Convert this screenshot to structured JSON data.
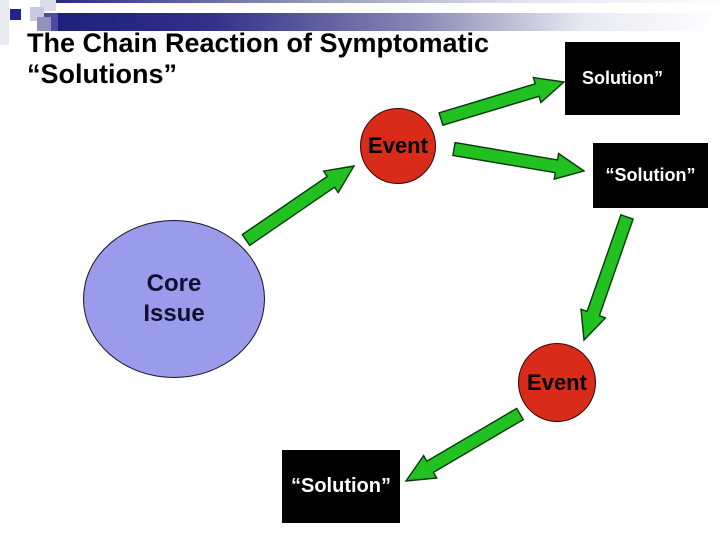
{
  "slide": {
    "title": {
      "line1": "The Chain Reaction of Symptomatic",
      "line2": "“Solutions”"
    }
  },
  "colors": {
    "accent_navy": "#232388",
    "arrow_green": "#21c121",
    "event_red": "#d92b1a",
    "core_issue_blue": "#9b9beb",
    "solution_box_black": "#000000",
    "solution_text_white": "#ffffff"
  },
  "diagram": {
    "arrow_color": "#21c121",
    "nodes": [
      {
        "id": "core-issue",
        "shape": "ellipse",
        "label": "Core Issue",
        "label_lines": [
          "Core",
          "Issue"
        ],
        "fill": "#9b9beb"
      },
      {
        "id": "event-1",
        "shape": "circle",
        "label": "Event",
        "fill": "#d92b1a"
      },
      {
        "id": "solution-1",
        "shape": "rect",
        "label": "Solution”",
        "fill": "#000000"
      },
      {
        "id": "solution-2",
        "shape": "rect",
        "label": "“Solution”",
        "fill": "#000000"
      },
      {
        "id": "event-2",
        "shape": "circle",
        "label": "Event",
        "fill": "#d92b1a"
      },
      {
        "id": "solution-3",
        "shape": "rect",
        "label": "“Solution”",
        "fill": "#000000"
      }
    ],
    "connections": [
      {
        "from": "core-issue",
        "to": "event-1"
      },
      {
        "from": "event-1",
        "to": "solution-1"
      },
      {
        "from": "event-1",
        "to": "solution-2"
      },
      {
        "from": "solution-2",
        "to": "event-2"
      },
      {
        "from": "event-2",
        "to": "solution-3"
      }
    ]
  }
}
